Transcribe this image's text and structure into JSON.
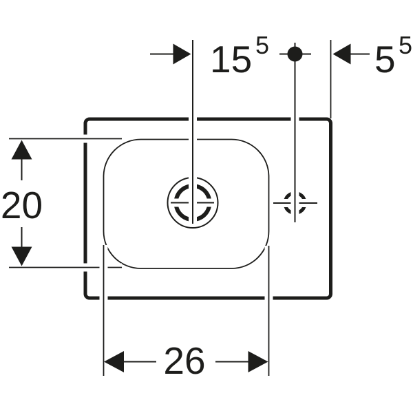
{
  "drawing": {
    "kind": "washbasin-top-view-dimension-drawing",
    "line_color": "#1d1d1b",
    "background_color": "#ffffff",
    "dimensions": {
      "drain_to_tap": {
        "main": "15",
        "sup": "5"
      },
      "tap_to_edge": {
        "main": "5",
        "sup": "5"
      },
      "bowl_depth": {
        "main": "20"
      },
      "bowl_width": {
        "main": "26"
      }
    }
  }
}
